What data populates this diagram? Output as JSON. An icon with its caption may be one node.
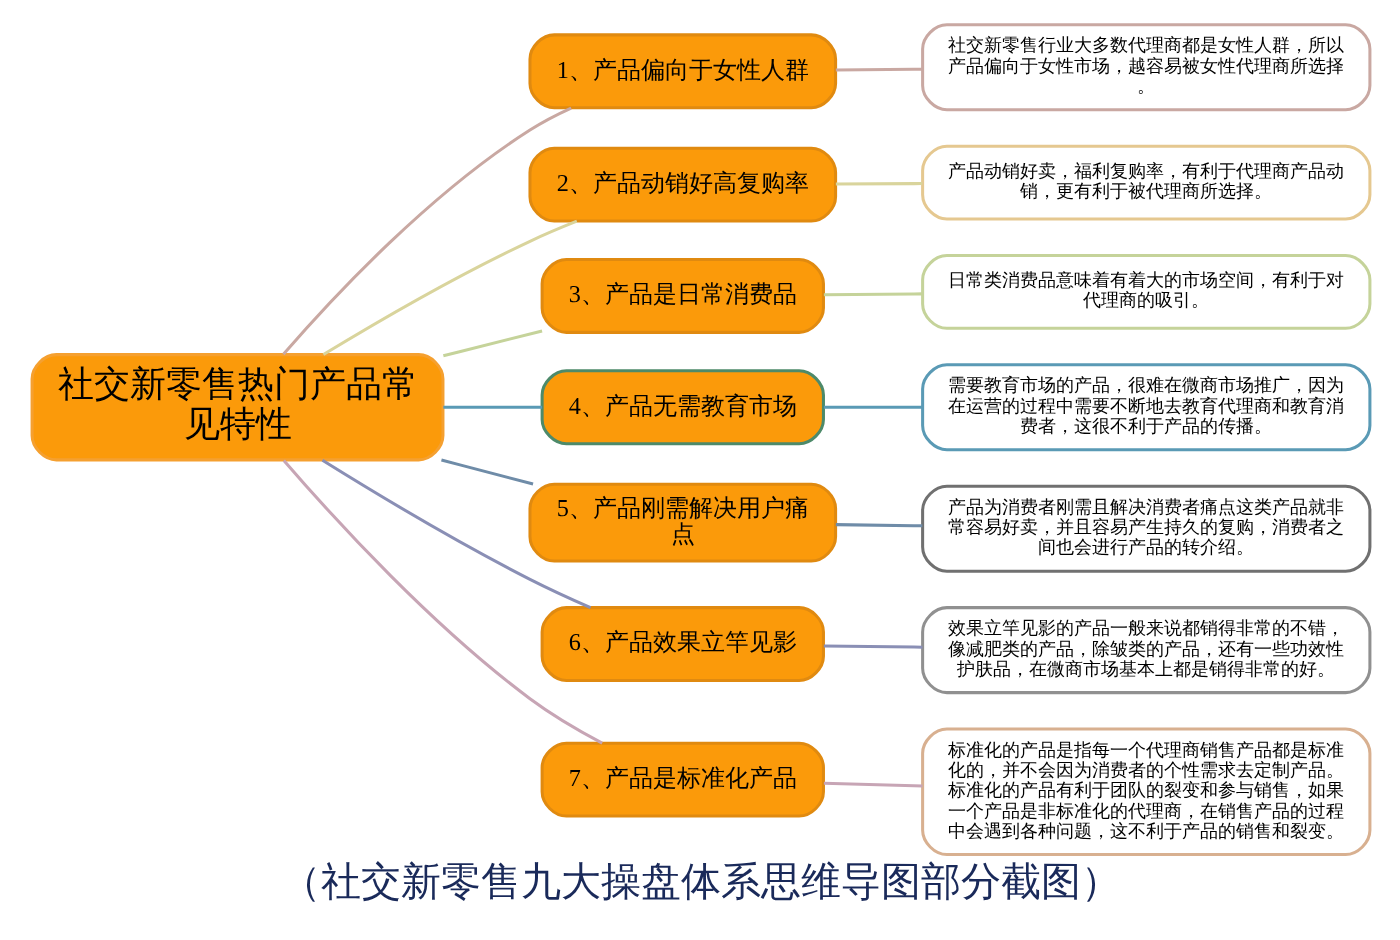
{
  "diagram": {
    "caption": "（社交新零售九大操盘体系思维导图部分截图）",
    "nodes": [
      {
        "text": [
          "社交新零售热门产品常见特性"
        ]
      },
      {
        "text": [
          "1、产品偏向于女性人群"
        ]
      },
      {
        "text": [
          "2、产品动销好高复购率"
        ]
      },
      {
        "text": [
          "3、产品是日常消费品"
        ]
      },
      {
        "text": [
          "4、产品无需教育市场"
        ]
      },
      {
        "text": [
          "5、产品刚需解决用户痛点"
        ]
      },
      {
        "text": [
          "6、产品效果立竿见影"
        ]
      },
      {
        "text": [
          "7、产品是标准化产品"
        ]
      },
      {
        "text": [
          "社交新零售行业大多数代理商都是女性人群，所以产品偏向于女性市场，越容易被女性代理商所选择。"
        ]
      },
      {
        "text": [
          "产品动销好卖，福利复购率，有利于代理商产品动销，更有利于被代理商所选择。"
        ]
      },
      {
        "text": [
          "日常类消费品意味着有着大的市场空间，有利于对代理商的吸引。"
        ]
      },
      {
        "text": [
          "需要教育市场的产品，很难在微商市场推广，因为在运营的过程中需要不断地去教育代理商和教育消费者，这很不利于产品的传播。"
        ]
      },
      {
        "text": [
          "产品为消费者刚需且解决消费者痛点这类产品就非常容易好卖，并且容易产生持久的复购，消费者之间也会进行产品的转介绍。"
        ]
      },
      {
        "text": [
          "效果立竿见影的产品一般来说都销得非常的不错，像减肥类的产品，除皱类的产品，还有一些功效性护肤品，在微商市场基本上都是销得非常的好。"
        ]
      },
      {
        "text": [
          "标准化的产品是指每一个代理商销售产品都是标准化的，并不会因为消费者的个性需求去定制产品。标准化的产品有利于团队的裂变和参与销售，如果一个产品是非标准化的代理商，在销售产品的过程中会遇到各种问题，这不利于产品的销售和裂变。"
        ]
      }
    ],
    "edges": [
      {
        "from": 0,
        "to": 1,
        "arrow": "none",
        "color": "#c9a8a2"
      },
      {
        "from": 0,
        "to": 2,
        "arrow": "none",
        "color": "#d9d49c"
      },
      {
        "from": 0,
        "to": 3,
        "arrow": "none",
        "color": "#c5d39a"
      },
      {
        "from": 0,
        "to": 4,
        "arrow": "none",
        "color": "#5a9ab5"
      },
      {
        "from": 0,
        "to": 5,
        "arrow": "none",
        "color": "#6f8ca8"
      },
      {
        "from": 0,
        "to": 6,
        "arrow": "none",
        "color": "#8a8fb5"
      },
      {
        "from": 0,
        "to": 7,
        "arrow": "none",
        "color": "#c7a5b5"
      },
      {
        "from": 1,
        "to": 8,
        "arrow": "none",
        "color": "#c9a8a2"
      },
      {
        "from": 2,
        "to": 9,
        "arrow": "none",
        "color": "#d9d49c"
      },
      {
        "from": 3,
        "to": 10,
        "arrow": "none",
        "color": "#c5d39a"
      },
      {
        "from": 4,
        "to": 11,
        "arrow": "none",
        "color": "#5a9ab5"
      },
      {
        "from": 5,
        "to": 12,
        "arrow": "none",
        "color": "#6f8ca8"
      },
      {
        "from": 6,
        "to": 13,
        "arrow": "none",
        "color": "#8a8fb5"
      },
      {
        "from": 7,
        "to": 14,
        "arrow": "none",
        "color": "#c7a5b5"
      }
    ]
  }
}
